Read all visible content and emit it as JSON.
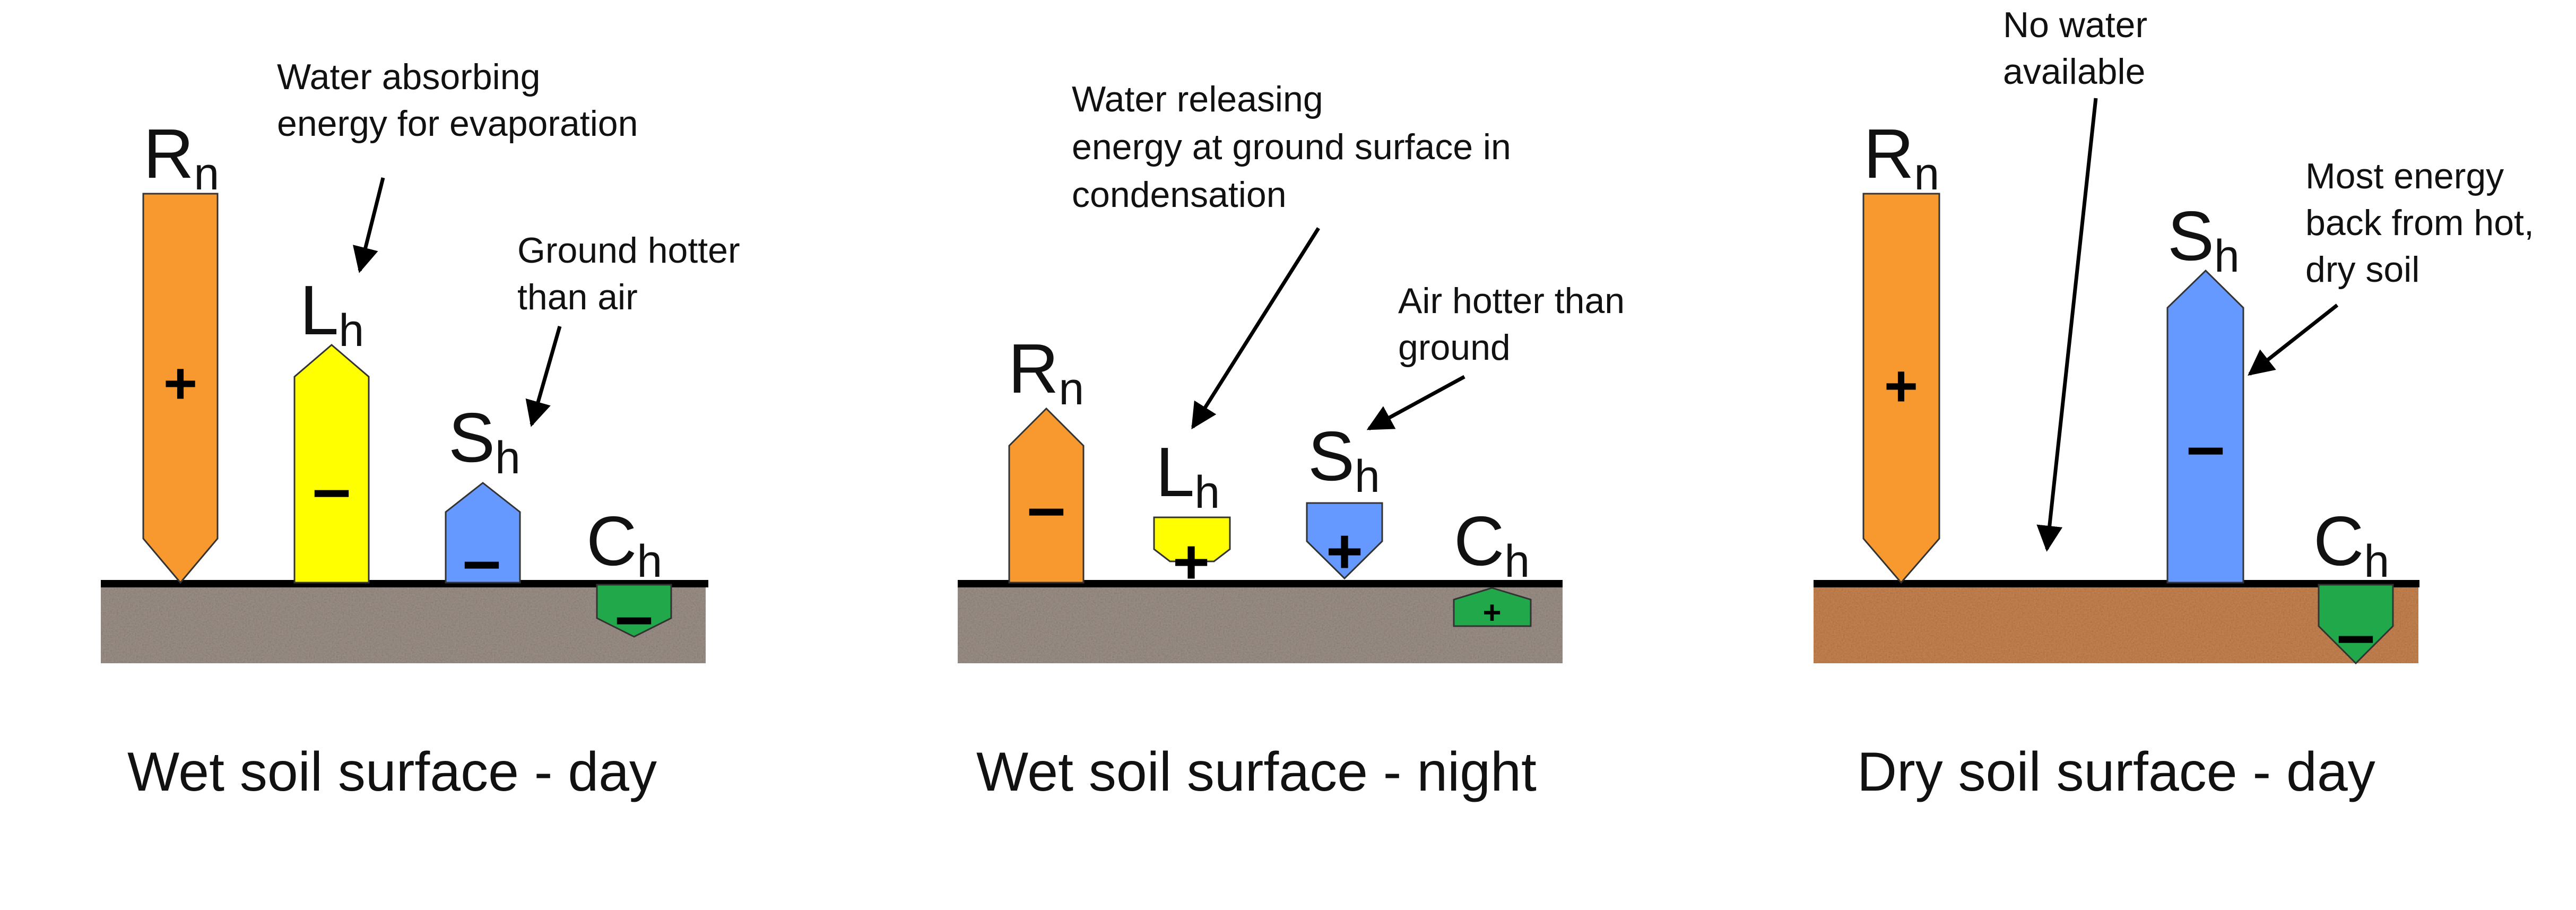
{
  "colors": {
    "rn": "#F7992F",
    "lh": "#FFFF00",
    "sh": "#6699FF",
    "ch": "#20A84A",
    "wet_soil": "#9C9087",
    "dry_soil": "#C7834F",
    "outline": "#333333"
  },
  "symbols": {
    "rn": {
      "base": "R",
      "sub": "n"
    },
    "lh": {
      "base": "L",
      "sub": "h"
    },
    "sh": {
      "base": "S",
      "sub": "h"
    },
    "ch": {
      "base": "C",
      "sub": "h"
    }
  },
  "signs": {
    "plus": "+",
    "minus": "–"
  },
  "panels": [
    {
      "caption": "Wet soil surface - day",
      "notes": {
        "lh": [
          "Water absorbing",
          "energy for evaporation"
        ],
        "sh": [
          "Ground hotter",
          "than air"
        ]
      }
    },
    {
      "caption": "Wet soil surface - night",
      "notes": {
        "lh": [
          "Water releasing",
          "energy at ground surface in",
          "condensation"
        ],
        "sh": [
          "Air hotter than",
          "ground"
        ]
      }
    },
    {
      "caption": "Dry soil surface - day",
      "notes": {
        "water": [
          "No water",
          "available"
        ],
        "sh": [
          "Most energy",
          "back from hot,",
          "dry soil"
        ]
      }
    }
  ]
}
